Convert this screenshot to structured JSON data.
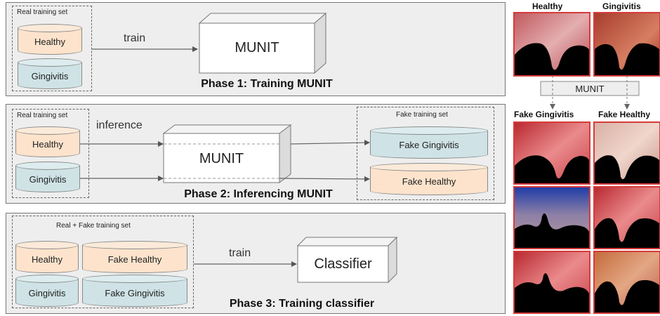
{
  "colors": {
    "panel_bg": "#eeeeee",
    "healthy_fill": "#fde3cc",
    "gingivitis_fill": "#cfe3e6",
    "thumb_border": "#d63b3b"
  },
  "phase1": {
    "set_label": "Real training set",
    "healthy": "Healthy",
    "gingivitis": "Gingivitis",
    "arrow_label": "train",
    "box_label": "MUNIT",
    "title": "Phase 1: Training MUNIT"
  },
  "phase2": {
    "set_label": "Real training set",
    "healthy": "Healthy",
    "gingivitis": "Gingivitis",
    "arrow_label": "inference",
    "box_label": "MUNIT",
    "fake_set_label": "Fake training set",
    "fake_gingivitis": "Fake Gingivitis",
    "fake_healthy": "Fake Healthy",
    "title": "Phase 2: Inferencing MUNIT"
  },
  "phase3": {
    "set_label": "Real + Fake training set",
    "healthy": "Healthy",
    "fake_healthy": "Fake Healthy",
    "gingivitis": "Gingivitis",
    "fake_gingivitis": "Fake Gingivitis",
    "arrow_label": "train",
    "box_label": "Classifier",
    "title": "Phase 3: Training classifier"
  },
  "gallery": {
    "col_healthy": "Healthy",
    "col_gingivitis": "Gingivitis",
    "munit_label": "MUNIT",
    "col_fake_gingivitis": "Fake Gingivitis",
    "col_fake_healthy": "Fake Healthy"
  }
}
